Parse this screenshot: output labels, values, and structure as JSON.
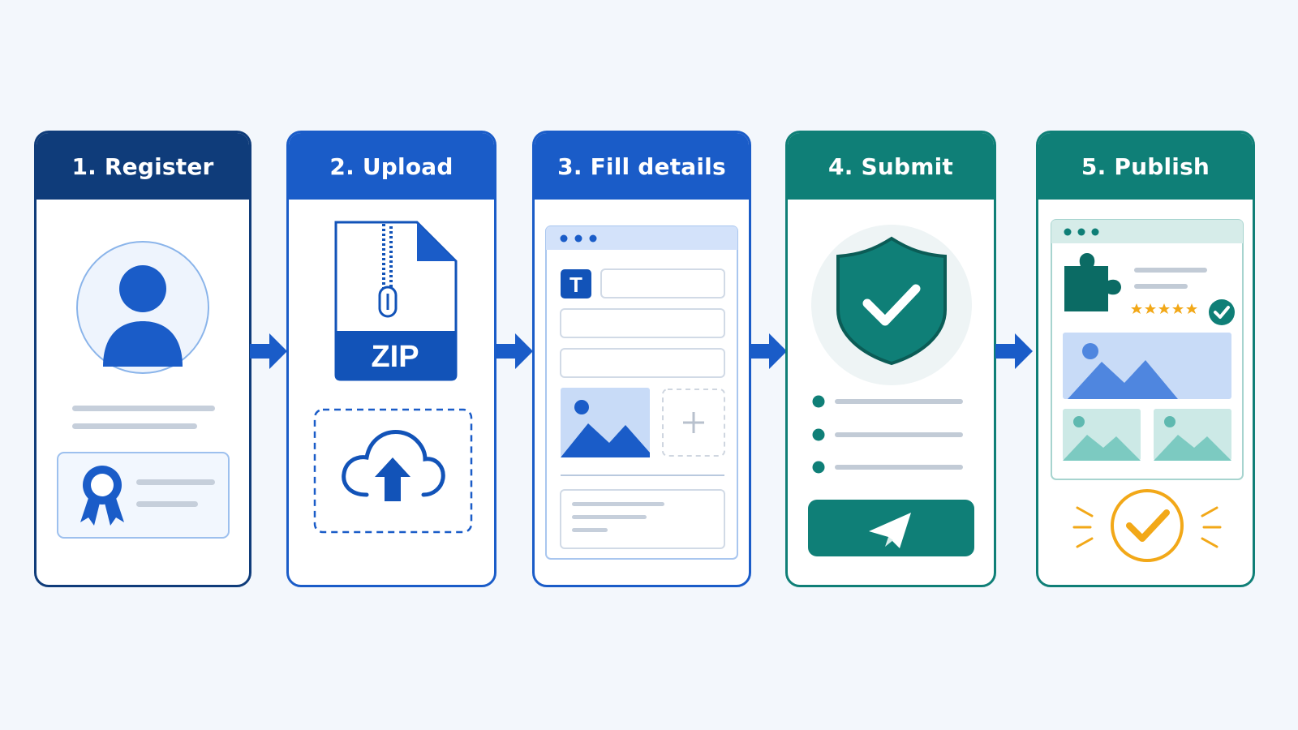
{
  "diagram": {
    "steps": [
      {
        "title": "1. Register"
      },
      {
        "title": "2. Upload"
      },
      {
        "title": "3. Fill details"
      },
      {
        "title": "4. Submit"
      },
      {
        "title": "5. Publish"
      }
    ],
    "upload": {
      "file_label": "ZIP"
    },
    "form": {
      "text_tool_label": "T"
    },
    "colors": {
      "navy": "#0f3c7a",
      "blue": "#1a5cc8",
      "teal": "#0f7f77",
      "gold": "#f2a818",
      "page_bg": "#f3f7fc"
    }
  }
}
